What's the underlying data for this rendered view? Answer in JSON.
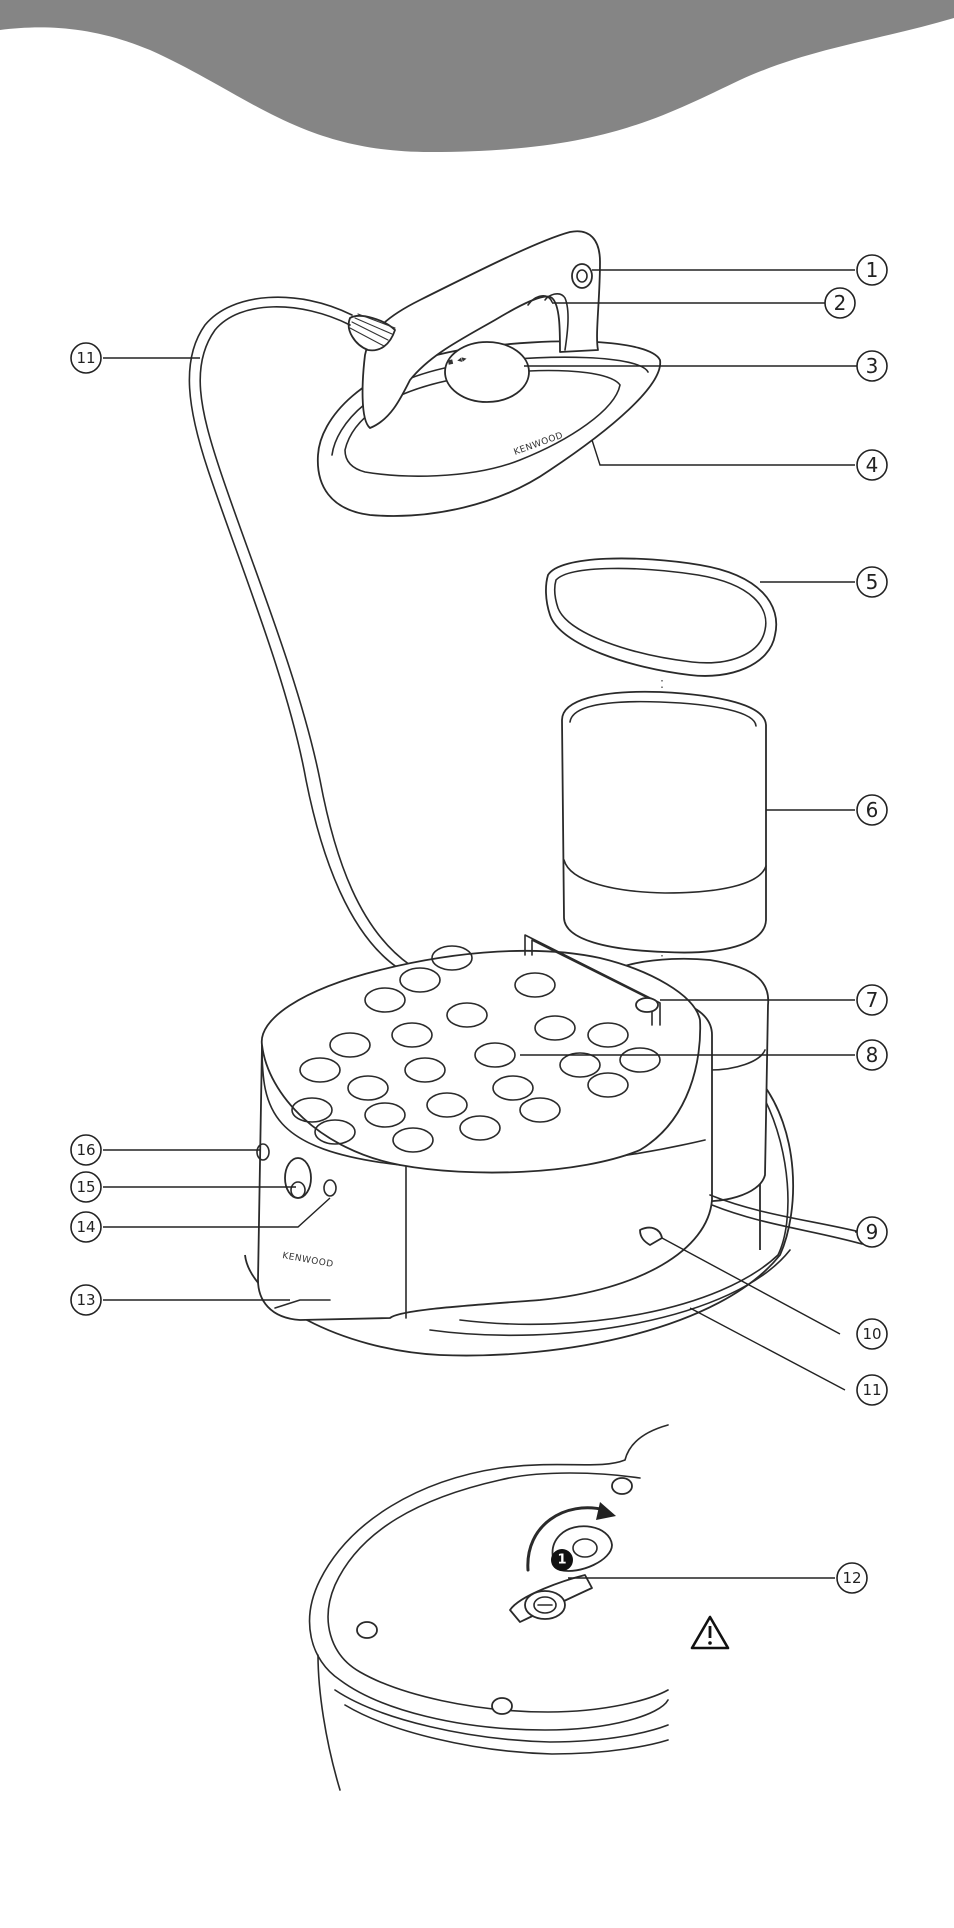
{
  "header": {
    "band_color": "#858585"
  },
  "iron": {
    "brand_label": "KENWOOD"
  },
  "base": {
    "brand_label": "KENWOOD"
  },
  "callouts": [
    "1",
    "2",
    "3",
    "4",
    "5",
    "6",
    "7",
    "8",
    "9",
    "10",
    "11",
    "11",
    "12",
    "13",
    "14",
    "15",
    "16"
  ],
  "detail": {
    "step_badge": "1",
    "warning_icon": "warning-triangle-icon"
  }
}
